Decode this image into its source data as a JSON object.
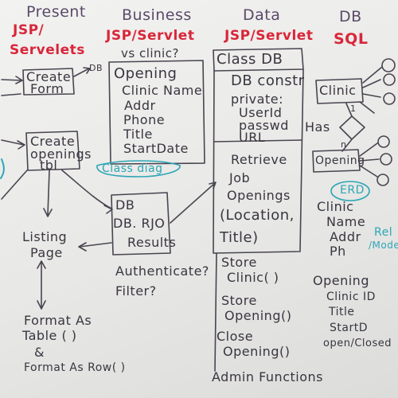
{
  "columns": {
    "present": {
      "heading": "Present",
      "tech_line1": "JSP/",
      "tech_line2": "Servelets"
    },
    "business": {
      "heading": "Business",
      "tech": "JSP/Servlet",
      "question": "vs clinic?"
    },
    "data": {
      "heading": "Data",
      "tech": "JSP/Servlet"
    },
    "db": {
      "heading": "DB",
      "tech": "SQL"
    }
  },
  "present": {
    "create_form_line1": "Create",
    "create_form_line2": "Form",
    "db_tag": "DB",
    "create_openings_line1": "Create",
    "create_openings_line2": "openings",
    "create_openings_line3": "tbl",
    "listing_line1": "Listing",
    "listing_line2": "Page",
    "format_table_line1": "Format As",
    "format_table_line2": "Table ( )",
    "connector_symbol": "&",
    "format_row": "Format As Row( )"
  },
  "business": {
    "opening_fields": [
      "Opening",
      "Clinic Name",
      "Addr",
      "Phone",
      "Title",
      "StartDate"
    ],
    "class_diag_label": "Class diag",
    "db_box_lines": [
      "DB",
      "DB. RJO",
      "Results"
    ],
    "authenticate": "Authenticate?",
    "filter": "Filter?"
  },
  "data": {
    "class_title": "Class DB",
    "constructor": "DB constr",
    "private_label": "private:",
    "fields": [
      "UserId",
      "passwd",
      "URL"
    ],
    "methods_upper": [
      "Retrieve",
      "Job",
      "Openings",
      "(Location,",
      "Title)"
    ],
    "store_clinic": [
      "Store",
      "Clinic( )"
    ],
    "store_opening": [
      "Store",
      "Opening()"
    ],
    "close_opening": [
      "Close",
      "Opening()"
    ],
    "admin_functions": "Admin Functions"
  },
  "db": {
    "clinic_entity": "Clinic",
    "has_label": "Has",
    "cardinality_one": "1",
    "cardinality_n": "n",
    "opening_entity": "Opening",
    "erd_label": "ERD",
    "clinic_attrs": [
      "Clinic",
      "Name",
      "Addr",
      "Ph"
    ],
    "relational_model_line1": "Rel",
    "relational_model_line2": "/Model",
    "opening_attrs": [
      "Opening",
      "Clinic ID",
      "Title",
      "StartD",
      "open/Closed"
    ]
  }
}
